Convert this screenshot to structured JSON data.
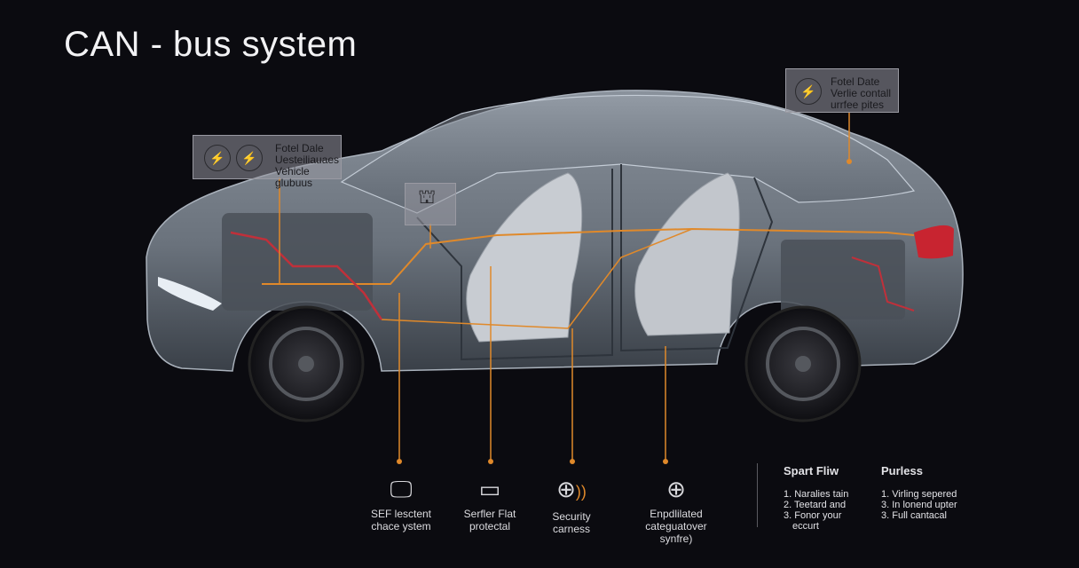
{
  "title": "CAN - bus system",
  "callouts": {
    "left": {
      "lines": [
        "Fotel Dale",
        "Uesteiliauaes",
        "Vehicle glubuus"
      ]
    },
    "center": {
      "symbol": "network-node-symbol"
    },
    "right": {
      "lines": [
        "Fotel Date",
        "Verlie contall",
        "urrfee pites"
      ]
    }
  },
  "bottom_items": [
    {
      "label1": "SEF lesctent",
      "label2": "chace ystem",
      "icon": "monitor-icon"
    },
    {
      "label1": "Serfler Flat",
      "label2": "protectal",
      "icon": "display-icon"
    },
    {
      "label1": "Security",
      "label2": "carness",
      "icon": "globe-signal-icon"
    },
    {
      "label1": "Enpdlilated",
      "label2": "categuatover",
      "label3": "synfre)",
      "icon": "globe-plug-icon"
    }
  ],
  "legend": {
    "col1": {
      "head": "Spart Fliw",
      "items": [
        "1. Naralies tain",
        "2. Teetard and",
        "3. Fonor your",
        "eccurt"
      ]
    },
    "col2": {
      "head": "Purless",
      "items": [
        "1. Virling sepered",
        "3. In lonend upter",
        "3. Full cantacal"
      ]
    }
  },
  "colors": {
    "bus_line": "#e0892a",
    "bus_red": "#c0303a",
    "background": "#0b0b10",
    "body": "#6c7480"
  }
}
